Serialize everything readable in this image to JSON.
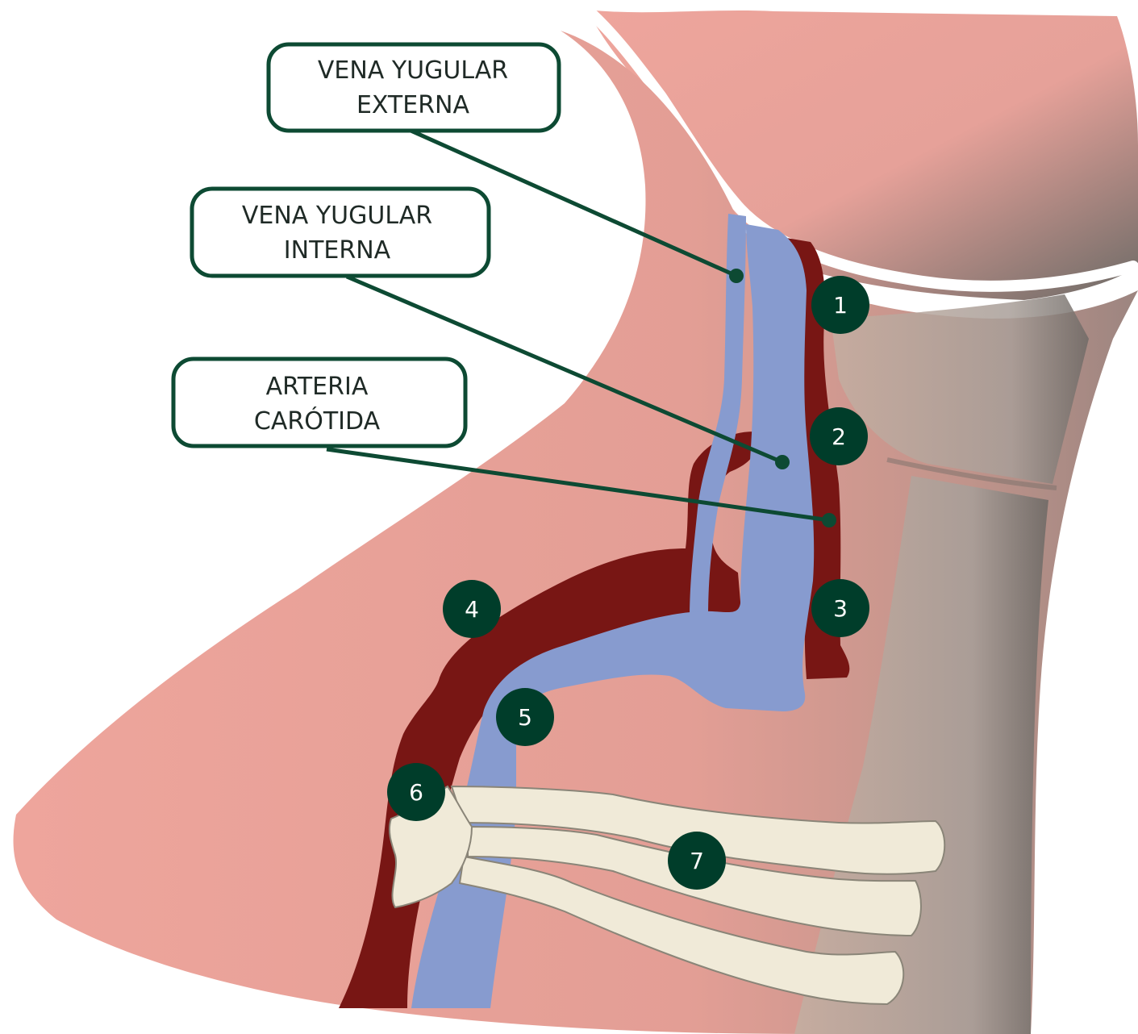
{
  "labels": {
    "external_jugular": {
      "line1": "VENA YUGULAR",
      "line2": "EXTERNA"
    },
    "internal_jugular": {
      "line1": "VENA YUGULAR",
      "line2": "INTERNA"
    },
    "carotid_artery": {
      "line1": "ARTERIA",
      "line2": "CARÓTIDA"
    }
  },
  "markers": [
    "1",
    "2",
    "3",
    "4",
    "5",
    "6",
    "7"
  ],
  "colors": {
    "skin": "#eea59c",
    "vein": "#879bcf",
    "artery": "#781614",
    "bone": "#f0ead8",
    "marker": "#003d2a",
    "label_border": "#0d4a33"
  }
}
